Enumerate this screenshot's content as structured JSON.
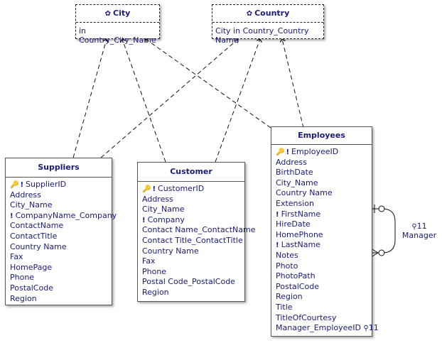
{
  "entities": {
    "city": {
      "title": "City",
      "sub": "in Country_City_Name"
    },
    "country": {
      "title": "Country",
      "sub": "City in Country_Country Name"
    },
    "suppliers": {
      "title": "Suppliers",
      "attrs": [
        "SupplierID",
        "Address",
        "City_Name",
        "CompanyName_Company",
        "ContactName",
        "ContactTitle",
        "Country Name",
        "Fax",
        "HomePage",
        "Phone",
        "PostalCode",
        "Region"
      ]
    },
    "customer": {
      "title": "Customer",
      "attrs": [
        "CustomerID",
        "Address",
        "City_Name",
        "Company",
        "Contact Name_ContactName",
        "Contact Title_ContactTitle",
        "Country Name",
        "Fax",
        "Phone",
        "Postal Code_PostalCode",
        "Region"
      ]
    },
    "employees": {
      "title": "Employees",
      "attrs": [
        "EmployeeID",
        "Address",
        "BirthDate",
        "City_Name",
        "Country Name",
        "Extension",
        "FirstName",
        "HireDate",
        "HomePhone",
        "LastName",
        "Notes",
        "Photo",
        "PhotoPath",
        "PostalCode",
        "Region",
        "Title",
        "TitleOfCourtesy",
        "Manager_EmployeeID"
      ],
      "last_suffix": "11"
    },
    "relationship": {
      "count": "11",
      "name": "Manager"
    }
  },
  "colors": {
    "text": "#1a1a7a",
    "key": "#d4a017",
    "border": "#555555"
  },
  "icons": {
    "key": "key-icon",
    "required": "required-icon",
    "gear": "gear-icon",
    "link": "link-icon"
  }
}
